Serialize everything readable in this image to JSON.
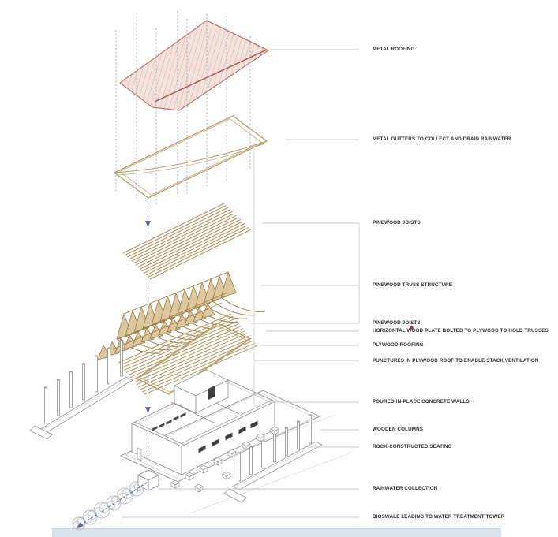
{
  "annotations": [
    {
      "id": "metal-roofing",
      "text": "METAL ROOFING"
    },
    {
      "id": "metal-gutters",
      "text": "METAL GUTTERS TO COLLECT AND DRAIN RAINWATER"
    },
    {
      "id": "pinewood-joists-upper",
      "text": "PINEWOOD JOISTS"
    },
    {
      "id": "pinewood-truss",
      "text": "PINEWOOD TRUSS STRUCTURE"
    },
    {
      "id": "pinewood-joists-lower",
      "text": "PINEWOOD JOISTS"
    },
    {
      "id": "horizontal-wood-plate",
      "text": "HORIZONTAL WOOD PLATE BOLTED TO PLYWOOD TO HOLD TRUSSES"
    },
    {
      "id": "plywood-roofing",
      "text": "PLYWOOD ROOFING"
    },
    {
      "id": "punctures",
      "text": "PUNCTURES IN  PLYWOOD  ROOF TO ENABLE STACK VENTILATION"
    },
    {
      "id": "poured-walls",
      "text": "POURED-IN-PLACE CONCRETE WALLS"
    },
    {
      "id": "wooden-columns",
      "text": "WOODEN COLUMNS"
    },
    {
      "id": "rock-seating",
      "text": "ROCK-CONSTRUCTED SEATING"
    },
    {
      "id": "rainwater-collection",
      "text": "RAINWATER COLLECTION"
    },
    {
      "id": "bioswale",
      "text": "BIOSWALE LEADING TO WATER TREATMENT TOWER"
    }
  ],
  "colors": {
    "roof_fill": "#f4e3dc",
    "roof_stroke": "#b5736a",
    "roof_ridge": "#a3554b",
    "roof_hatch": "rgba(183,121,109,0.38)",
    "wood": "#b89a68",
    "wood_line": "#b29159",
    "wood_dark": "#9c7a42",
    "wood_fill": "#dcc79f",
    "wood_inner": "#c6ab7c",
    "flow_blue": "#5b6bb0",
    "projection_blue": "#9aa4c8",
    "concrete": "#8f8f8f",
    "concrete_light": "#cfcfcf",
    "slab": "#9a9a9a",
    "opening_dark": "#3f3f3f",
    "leader": "#c7c7c7",
    "label_text": "#2e2e2e",
    "water_band": "#d9e4ec",
    "water_band_edge": "#c0d2df",
    "tree": "#b6bbc0",
    "red_marker": "#b03030"
  }
}
